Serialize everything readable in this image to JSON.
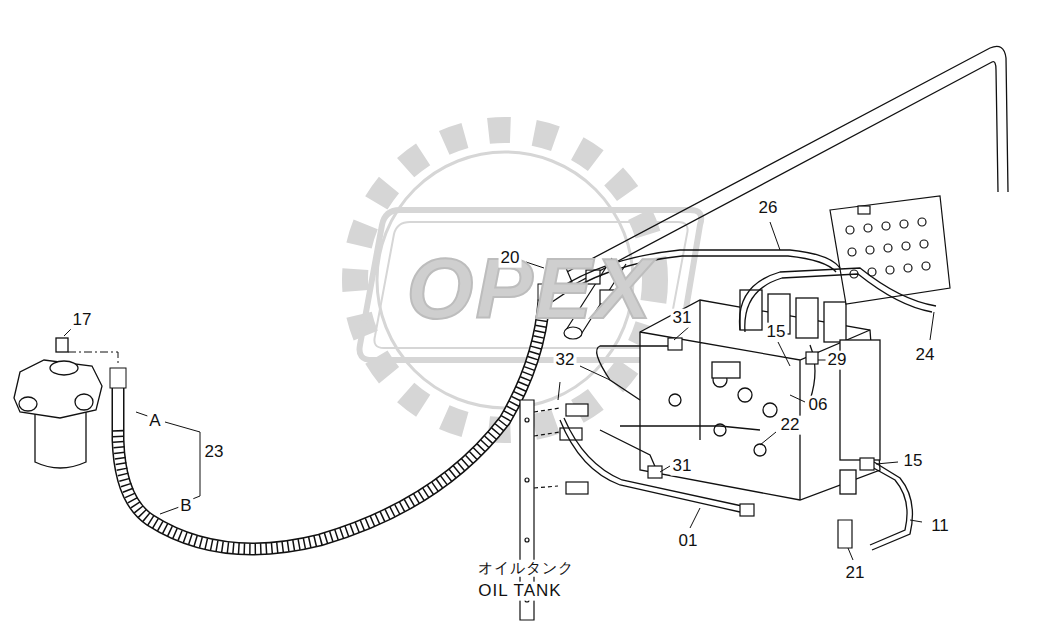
{
  "diagram": {
    "labels": [
      "OPEX",
      "17",
      "20",
      "26",
      "31",
      "15",
      "29",
      "24",
      "32",
      "06",
      "22",
      "31",
      "15",
      "11",
      "21",
      "01",
      "A",
      "B",
      "23",
      "オイルタンク",
      "OIL TANK"
    ]
  }
}
